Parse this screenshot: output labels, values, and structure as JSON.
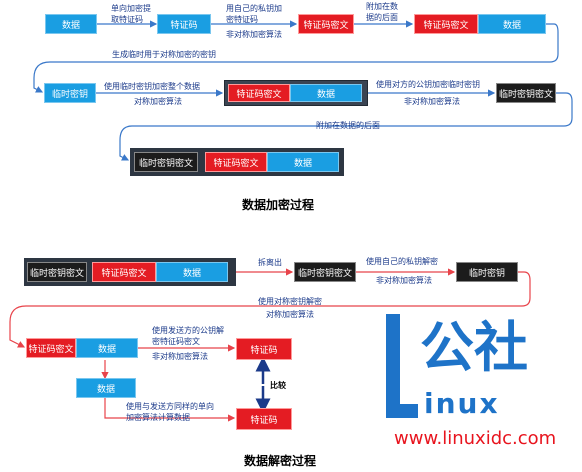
{
  "encryption": {
    "title": "数据加密过程",
    "boxes": {
      "data": "数据",
      "digest": "特证码",
      "digest_cipher": "特证码密文",
      "digest_cipher_2": "特证码密文",
      "temp_key": "临时密钥",
      "frame_digest_cipher": "特证码密文",
      "frame_data": "数据",
      "temp_key_cipher": "临时密钥密文",
      "final_temp_key_cipher": "临时密钥密文",
      "final_digest_cipher": "特证码密文",
      "final_data": "数据"
    },
    "labels": {
      "hash_1": "单向加密提",
      "hash_2": "取特证码",
      "sign_1": "用自己的私钥加",
      "sign_2": "密特证码",
      "sign_3": "非对称加密算法",
      "append_1": "附加在数",
      "append_2": "据的后面",
      "gen_key": "生成临时用于对称加密的密钥",
      "enc_all": "使用临时密钥加密整个数据",
      "sym_alg": "对称加密算法",
      "enc_key": "使用对方的公钥加密临时密钥",
      "asym_alg": "非对称加密算法",
      "append_end": "附加在数据的后面"
    }
  },
  "decryption": {
    "title": "数据解密过程",
    "boxes": {
      "temp_key_cipher": "临时密钥密文",
      "digest_cipher": "特证码密文",
      "data": "数据",
      "temp_key_cipher_2": "临时密钥密文",
      "temp_key": "临时密钥",
      "digest_cipher_2": "特证码密文",
      "data_2": "数据",
      "digest_a": "特证码",
      "data_3": "数据",
      "digest_b": "特证码"
    },
    "labels": {
      "split": "拆离出",
      "dec_key": "使用自己的私钥解密",
      "asym_alg": "非对称加密算法",
      "dec_sym": "使用对称密钥解密",
      "sym_alg": "对称加密算法",
      "verify_1": "使用发送方的公钥解",
      "verify_2": "密特征码密文",
      "verify_3": "非对称加密算法",
      "hash_1": "使用与发送方同样的单向",
      "hash_2": "加密算法计算数据",
      "compare": "比较"
    }
  },
  "watermark": {
    "logo_text": "公社",
    "logo_sub": "inux",
    "url": "www.linuxidc.com"
  },
  "colors": {
    "blue": "#1a9ee2",
    "red": "#e41c23",
    "black": "#1c1c1c",
    "frame": "#3a4452",
    "arrow_blue": "#3a78c9",
    "arrow_red": "#e8434a",
    "logo_blue": "#1e73c8",
    "logo_red": "#e8141e"
  }
}
